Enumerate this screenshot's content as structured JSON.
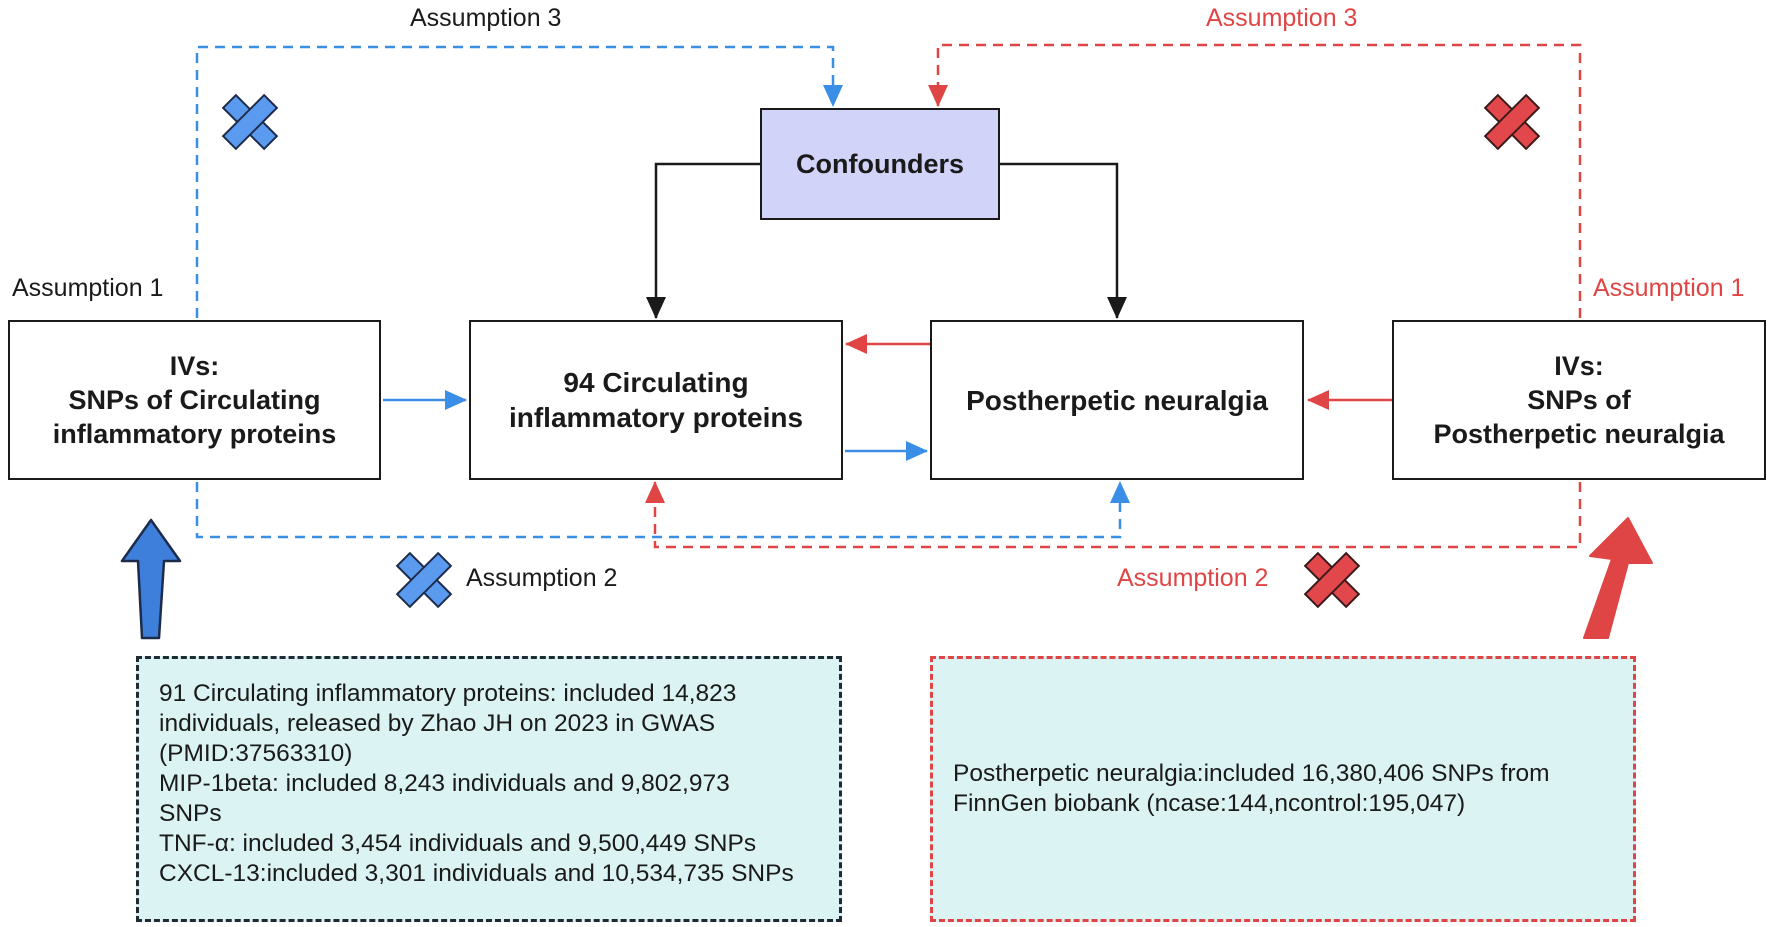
{
  "nodes": {
    "confounders": {
      "label": "Confounders"
    },
    "ivs_left": {
      "line1": "IVs:",
      "line2": "SNPs of Circulating",
      "line3": "inflammatory proteins"
    },
    "proteins": {
      "line1": "94 Circulating",
      "line2": "inflammatory proteins"
    },
    "phn": {
      "label": "Postherpetic neuralgia"
    },
    "ivs_right": {
      "line1": "IVs:",
      "line2": "SNPs of",
      "line3": "Postherpetic neuralgia"
    }
  },
  "labels": {
    "assumption3_left": "Assumption 3",
    "assumption3_right": "Assumption 3",
    "assumption1_left": "Assumption 1",
    "assumption1_right": "Assumption 1",
    "assumption2_left": "Assumption 2",
    "assumption2_right": "Assumption 2"
  },
  "notes": {
    "left": [
      "91 Circulating inflammatory proteins: included 14,823",
      "individuals, released by Zhao JH on 2023 in GWAS",
      "(PMID:37563310)",
      "MIP-1beta: included 8,243 individuals and 9,802,973",
      "SNPs",
      "TNF-α: included 3,454 individuals and 9,500,449 SNPs",
      "CXCL-13:included 3,301 individuals and 10,534,735 SNPs"
    ],
    "right": [
      "Postherpetic neuralgia:included 16,380,406 SNPs from",
      "FinnGen biobank (ncase:144,ncontrol:195,047)"
    ]
  },
  "colors": {
    "blue": "#3a8ee6",
    "red": "#e04545",
    "black": "#1a1a1a",
    "confounders_fill": "#d2d3f8",
    "note_fill": "#dbf3f2",
    "cross_blue": "#5b9bef",
    "cross_red": "#e2474b"
  }
}
